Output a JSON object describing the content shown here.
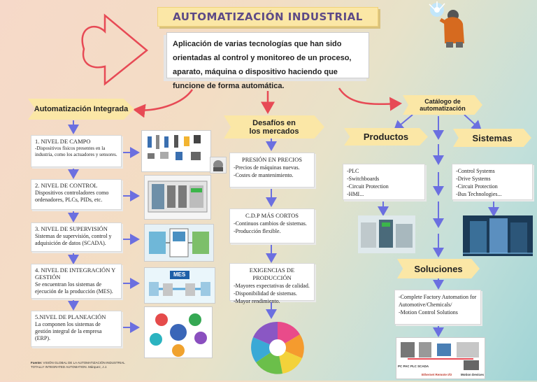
{
  "title": "AUTOMATIZACIÓN INDUSTRIAL",
  "definition": "Aplicación de varias tecnologías que han sido  orientadas al control y monitoreo de un proceso, aparato, máquina o dispositivo haciendo que funcione  de forma automática.",
  "integrated": {
    "label": "Automatización Integrada",
    "levels": [
      {
        "heading": "1. NIVEL DE CAMPO",
        "text": "-Dispositivos físicos presentes en la industria, como los actuadores y sensores."
      },
      {
        "heading": "2. NIVEL DE CONTROL",
        "text": "Dispositivos controladores como ordenadores, PLCs, PIDs, etc."
      },
      {
        "heading": "3. NIVEL DE SUPERVISIÓN",
        "text": "Sistemas de supervisión, control y adquisición de datos (SCADA)."
      },
      {
        "heading": "4. NIVEL DE INTEGRACIÓN Y GESTIÓN",
        "text": "Se encuentran los sistemas de ejecución de la producción (MES)."
      },
      {
        "heading": "5.NIVEL DE PLANEACIÓN",
        "text": "La componen los sistemas de gestión integral de la empresa (ERP)."
      }
    ]
  },
  "challenges": {
    "label": "Desafíos en los mercados",
    "items": [
      {
        "heading": "PRESIÓN EN PRECIOS",
        "lines": [
          "-Precios de máquinas nuevas.",
          "-Costes de mantenimiento."
        ]
      },
      {
        "heading": "C.D.P MÁS CORTOS",
        "lines": [
          "-Continuos cambios de sistemas.",
          "-Producción flexible."
        ]
      },
      {
        "heading": "EXIGENCIAS DE PRODUCCIÓN",
        "lines": [
          "-Mayores expectativas de calidad.",
          "-Disponibilidad de sistemas.",
          "-Mayor rendimiento."
        ]
      }
    ]
  },
  "catalog": {
    "label": "Catálogo de automatización",
    "products": {
      "label": "Productos",
      "items": [
        "-PLC",
        "-Switchboards",
        "-Circuit Protection",
        "-HMI..."
      ]
    },
    "systems": {
      "label": "Sistemas",
      "items": [
        "-Control Systems",
        "-Drive Systems",
        "-Circuit Protection",
        "-Bus Technologies..."
      ]
    },
    "solutions": {
      "label": "Soluciones",
      "items": [
        "-Complete Factory Automation for Automotive/Chemicals/",
        "-Motion Control Solutions"
      ]
    }
  },
  "image_labels": {
    "mes": "MES",
    "plc_scada": "PC PAC PLC SCADA",
    "remote_io": "Ethernet Remote I/O",
    "motion": "Motion Devices"
  },
  "source": {
    "prefix": "Fuente:",
    "text": "VISIÓN GLOBAL DE LA AUTOMATIZACIÓN INDUSTRIAL TOTALLY INTEGRATED AUTOMATION. Márquez, J.J."
  },
  "colors": {
    "arrow_blue": "#6b6fe0",
    "arrow_red": "#e74a55",
    "tag_yellow": "#fbe7a6",
    "title_text": "#5d4a87"
  }
}
